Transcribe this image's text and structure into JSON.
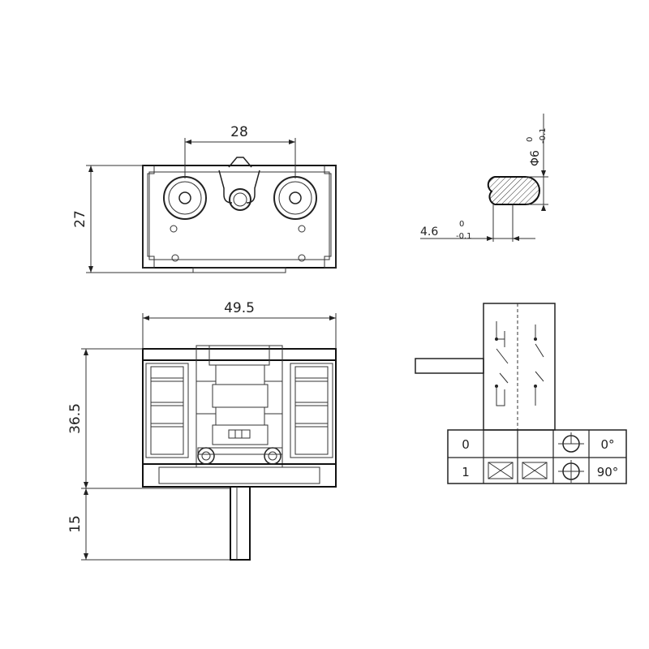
{
  "dimensions": {
    "top_view_hole_spacing": "28",
    "top_view_height": "27",
    "shaft_diameter": "Φ6",
    "shaft_diameter_tol_upper": "0",
    "shaft_diameter_tol_lower": "-0.1",
    "shaft_flat": "4.6",
    "shaft_flat_tol_upper": "0",
    "shaft_flat_tol_lower": "-0.1",
    "front_view_width": "49.5",
    "front_view_body_height": "36.5",
    "front_view_shaft_length": "15"
  },
  "switch_table": {
    "rows": [
      {
        "position": "0",
        "angle": "0°"
      },
      {
        "position": "1",
        "angle": "90°"
      }
    ]
  }
}
